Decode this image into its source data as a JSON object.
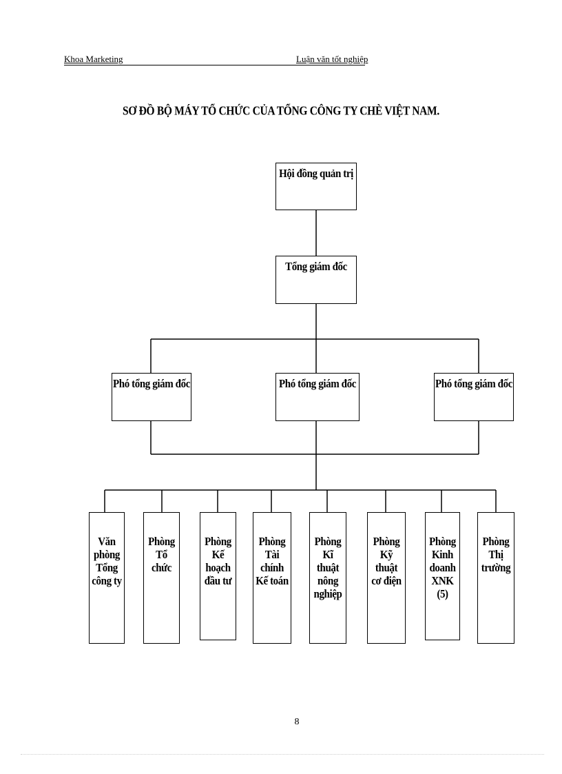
{
  "header": {
    "left": "Khoa Marketing",
    "right": "Luận văn tốt nghiệp"
  },
  "title": "SƠ ĐỒ BỘ MÁY TỔ CHỨC CỦA TỔNG CÔNG TY CHÈ VIỆT NAM.",
  "top_box": "Hội đồng quản trị",
  "ceo_box": "Tổng giám đốc",
  "deputies": [
    "Phó tổng giám đốc",
    "Phó tổng giám đốc",
    "Phó tổng giám đốc"
  ],
  "departments": [
    "Văn\nphòng\nTổng\ncông ty",
    "Phòng\nTổ chức",
    "Phòng\nKế\nhoạch\nđầu tư",
    "Phòng\nTài chính\nKế toán",
    "Phòng\nKĩ thuật\nnông\nnghiệp",
    "Phòng\nKỹ thuật\ncơ điện",
    "Phòng\nKinh\ndoanh\nXNK\n(5)",
    "Phòng\nThị\ntrường"
  ],
  "page_number": "8"
}
